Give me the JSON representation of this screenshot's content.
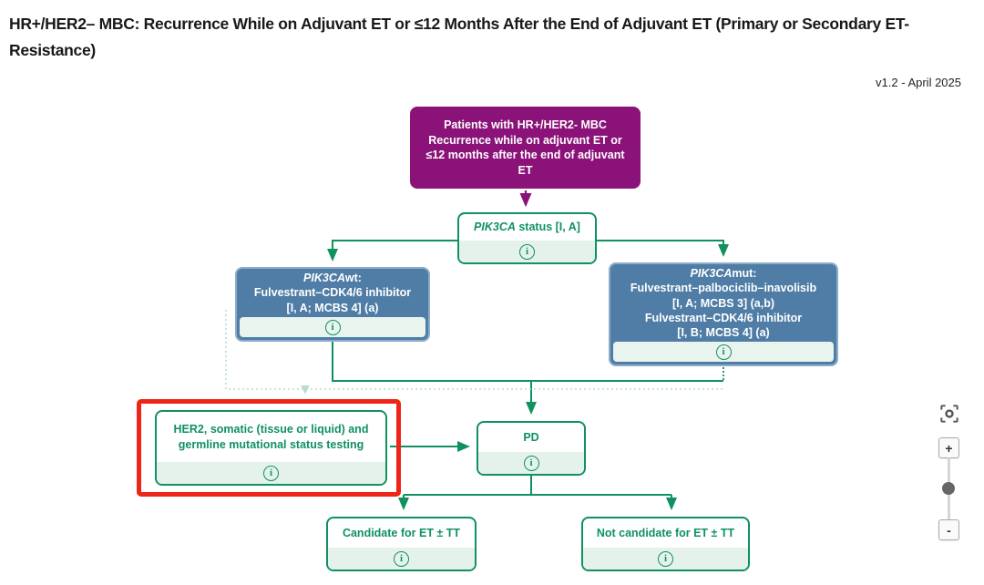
{
  "header": {
    "title": "HR+/HER2– MBC: Recurrence While on Adjuvant ET or ≤12 Months After the End of Adjuvant ET (Primary or Secondary ET-Resistance)",
    "version": "v1.2 - April 2025"
  },
  "flow": {
    "patients": {
      "lines": [
        "Patients with HR+/HER2- MBC",
        "Recurrence while on adjuvant ET or",
        "≤12 months after the end of adjuvant",
        "ET"
      ]
    },
    "pik3ca_status": {
      "gene": "PIK3CA",
      "rest": " status [I, A]"
    },
    "pik3ca_wt": {
      "gene": "PIK3CA",
      "gene_suffix": "wt:",
      "lines": [
        "Fulvestrant–CDK4/6 inhibitor",
        "[I, A; MCBS 4] (a)"
      ]
    },
    "pik3ca_mut": {
      "gene": "PIK3CA",
      "gene_suffix": "mut:",
      "lines": [
        "Fulvestrant–palbociclib–inavolisib",
        "[I, A; MCBS 3] (a,b)",
        "Fulvestrant–CDK4/6 inhibitor",
        "[I, B; MCBS 4] (a)"
      ]
    },
    "her2_testing": {
      "lines": [
        "HER2, somatic (tissue or liquid) and",
        "germline mutational status testing"
      ]
    },
    "pd": {
      "text": "PD"
    },
    "candidate": {
      "text": "Candidate for ET ± TT"
    },
    "not_candidate": {
      "text": "Not candidate for ET ± TT"
    }
  },
  "icons": {
    "info": "i",
    "zoom_in": "+",
    "zoom_out": "-"
  },
  "colors": {
    "purple": "#8a1278",
    "green": "#0f9160",
    "green_light": "#e5f2ec",
    "blue": "#4f7da6",
    "blue_border": "#8badc7",
    "red_highlight": "#ee2417",
    "dotted_connector": "#b9ddcc"
  }
}
